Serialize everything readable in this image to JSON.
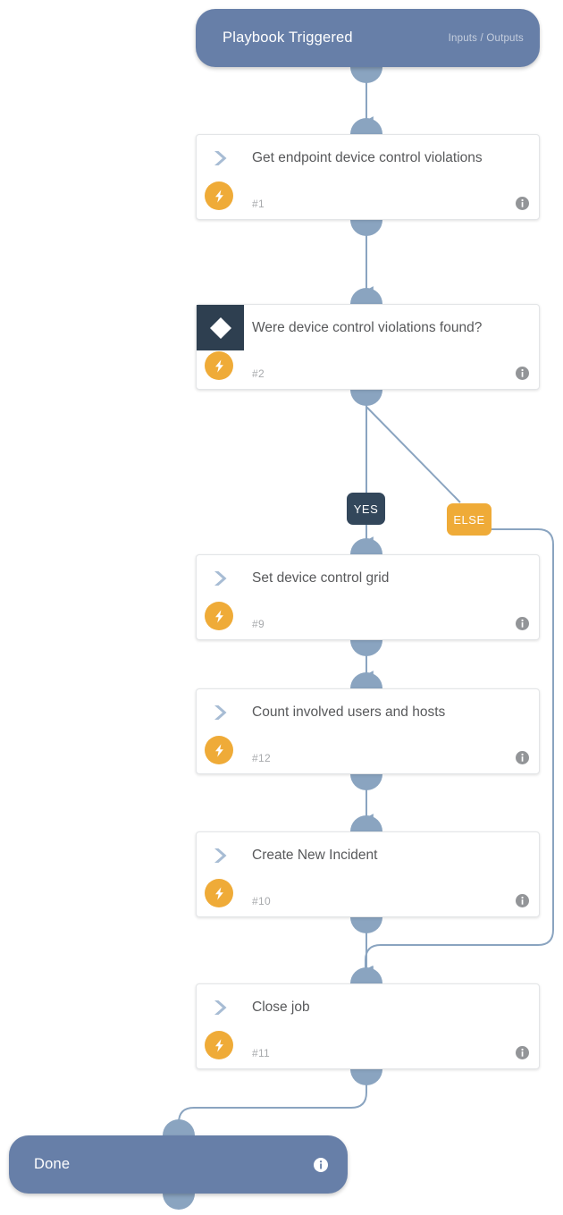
{
  "theme": {
    "accent_orange": "#efab38",
    "node_blue": "#677fa8",
    "dark_navy": "#33475b",
    "decision_navy": "#2e3f50",
    "connector": "#8aa4c0",
    "card_text": "#58595b",
    "card_id_text": "#a7a9ac",
    "canvas_bg": "#ffffff"
  },
  "start": {
    "title": "Playbook Triggered",
    "io_label": "Inputs / Outputs",
    "icon": "start-terminal"
  },
  "end": {
    "title": "Done",
    "info_icon": "info-icon"
  },
  "branches": {
    "yes_label": "YES",
    "else_label": "ELSE"
  },
  "nodes": [
    {
      "id": "#1",
      "title": "Get endpoint device control violations",
      "type": "action",
      "icon": "chevron-right-icon",
      "badge_icon": "lightning-bolt-icon",
      "info_icon": "info-icon"
    },
    {
      "id": "#2",
      "title": "Were device control violations found?",
      "type": "decision",
      "icon": "diamond-icon",
      "badge_icon": "lightning-bolt-icon",
      "info_icon": "info-icon"
    },
    {
      "id": "#9",
      "title": "Set device control grid",
      "type": "action",
      "icon": "chevron-right-icon",
      "badge_icon": "lightning-bolt-icon",
      "info_icon": "info-icon"
    },
    {
      "id": "#12",
      "title": "Count involved users and hosts",
      "type": "action",
      "icon": "chevron-right-icon",
      "badge_icon": "lightning-bolt-icon",
      "info_icon": "info-icon"
    },
    {
      "id": "#10",
      "title": "Create New Incident",
      "type": "action",
      "icon": "chevron-right-icon",
      "badge_icon": "lightning-bolt-icon",
      "info_icon": "info-icon"
    },
    {
      "id": "#11",
      "title": "Close job",
      "type": "action",
      "icon": "chevron-right-icon",
      "badge_icon": "lightning-bolt-icon",
      "info_icon": "info-icon"
    }
  ]
}
